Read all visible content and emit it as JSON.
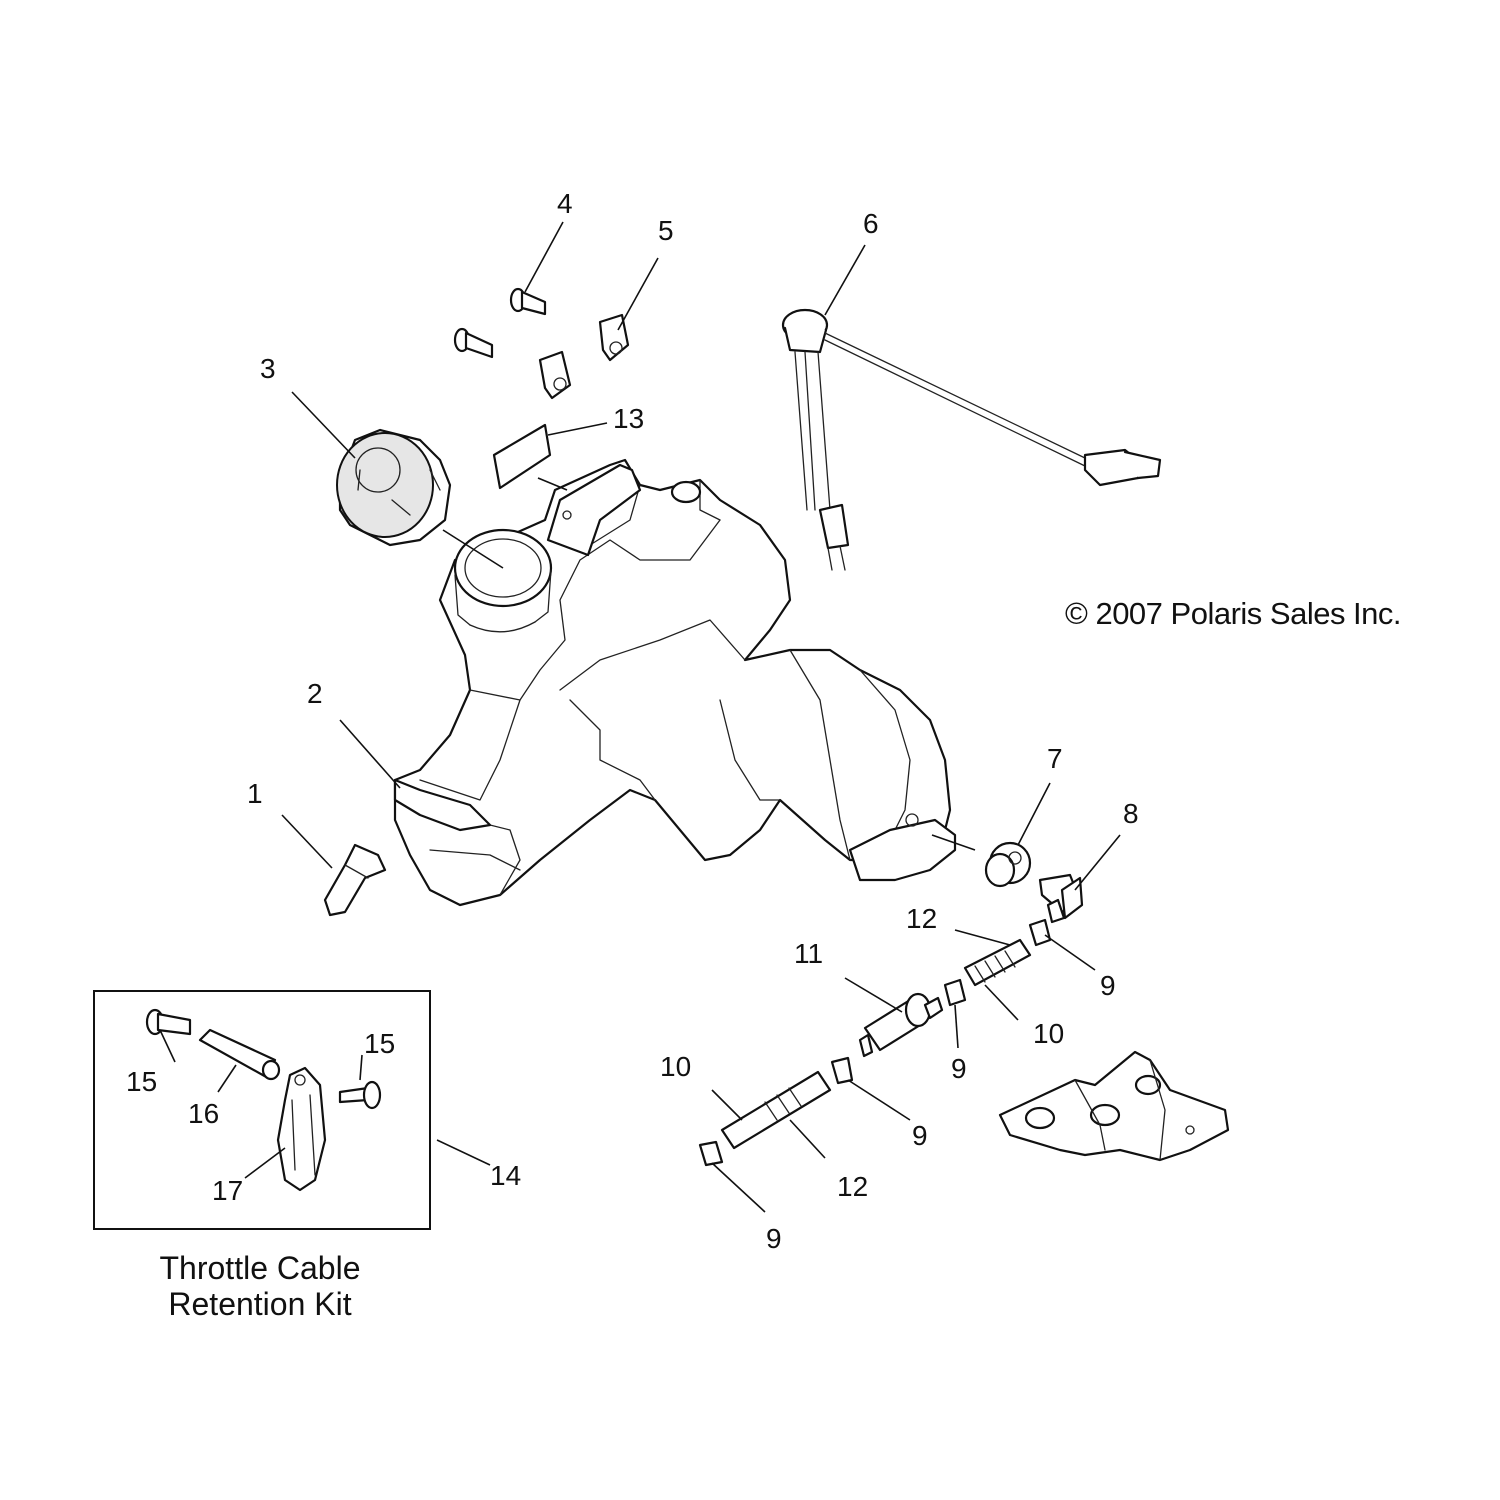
{
  "diagram": {
    "copyright": "© 2007 Polaris Sales Inc.",
    "kit_title_line1": "Throttle Cable",
    "kit_title_line2": "Retention Kit",
    "callouts": {
      "c1": "1",
      "c2": "2",
      "c3": "3",
      "c4": "4",
      "c5": "5",
      "c6": "6",
      "c7": "7",
      "c8": "8",
      "c9a": "9",
      "c9b": "9",
      "c9c": "9",
      "c9d": "9",
      "c10a": "10",
      "c10b": "10",
      "c11": "11",
      "c12a": "12",
      "c12b": "12",
      "c13": "13",
      "c14": "14",
      "c15a": "15",
      "c15b": "15",
      "c16": "16",
      "c17": "17"
    }
  }
}
